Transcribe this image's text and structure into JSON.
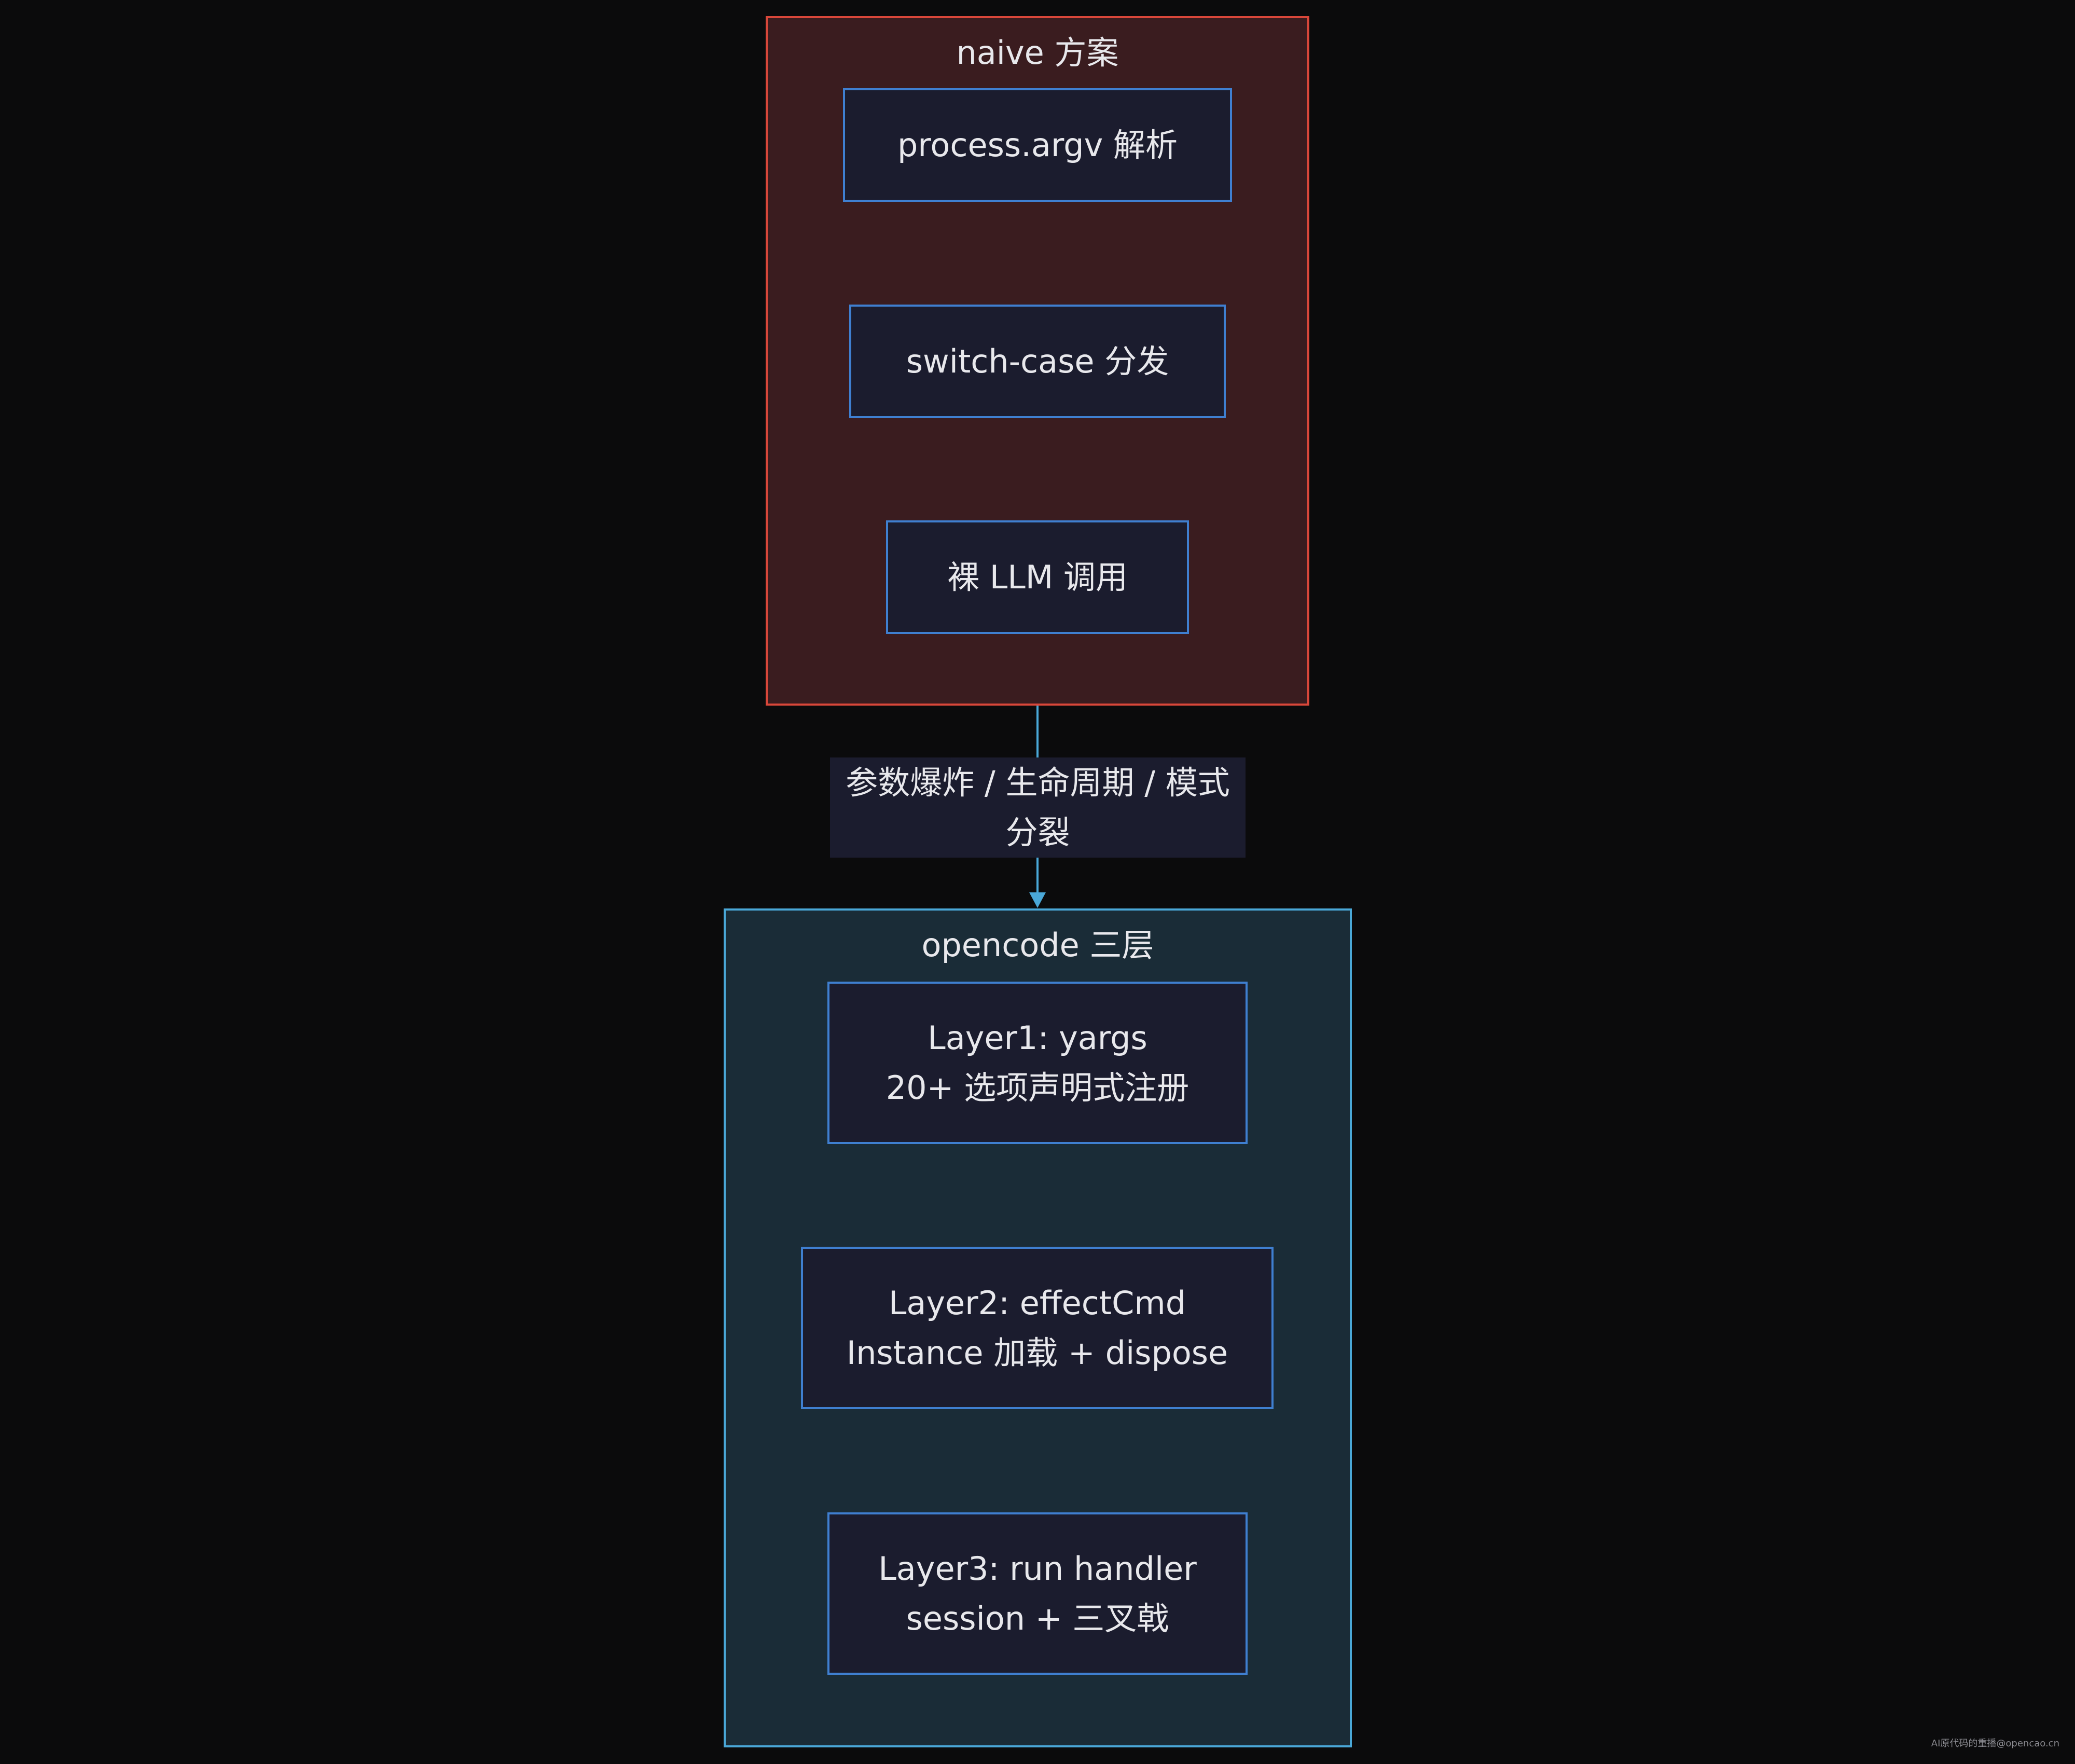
{
  "diagram": {
    "groups": {
      "naive": {
        "title": "naive 方案",
        "nodes": {
          "argv": "process.argv 解析",
          "switch": "switch-case 分发",
          "llm": "裸 LLM 调用"
        }
      },
      "opencode": {
        "title": "opencode 三层",
        "nodes": {
          "layer1": {
            "line1": "Layer1: yargs",
            "line2": "20+ 选项声明式注册"
          },
          "layer2": {
            "line1": "Layer2: effectCmd",
            "line2": "Instance 加载 + dispose"
          },
          "layer3": {
            "line1": "Layer3: run handler",
            "line2": "session + 三叉戟"
          }
        }
      }
    },
    "edge": {
      "from": "naive 方案",
      "to": "opencode 三层",
      "label_line1": "参数爆炸 / 生命周期 / 模式",
      "label_line2": "分裂"
    },
    "colors": {
      "background": "#0b0b0c",
      "naive_fill": "#3a1c1f",
      "naive_border": "#d9473a",
      "opencode_fill": "#1a2c37",
      "opencode_border": "#4aa8d8",
      "node_fill": "#1b1c2e",
      "node_border": "#3f7fd0",
      "edge": "#4aa8d8"
    },
    "watermark": "AI原代码的重播@opencao.cn"
  }
}
